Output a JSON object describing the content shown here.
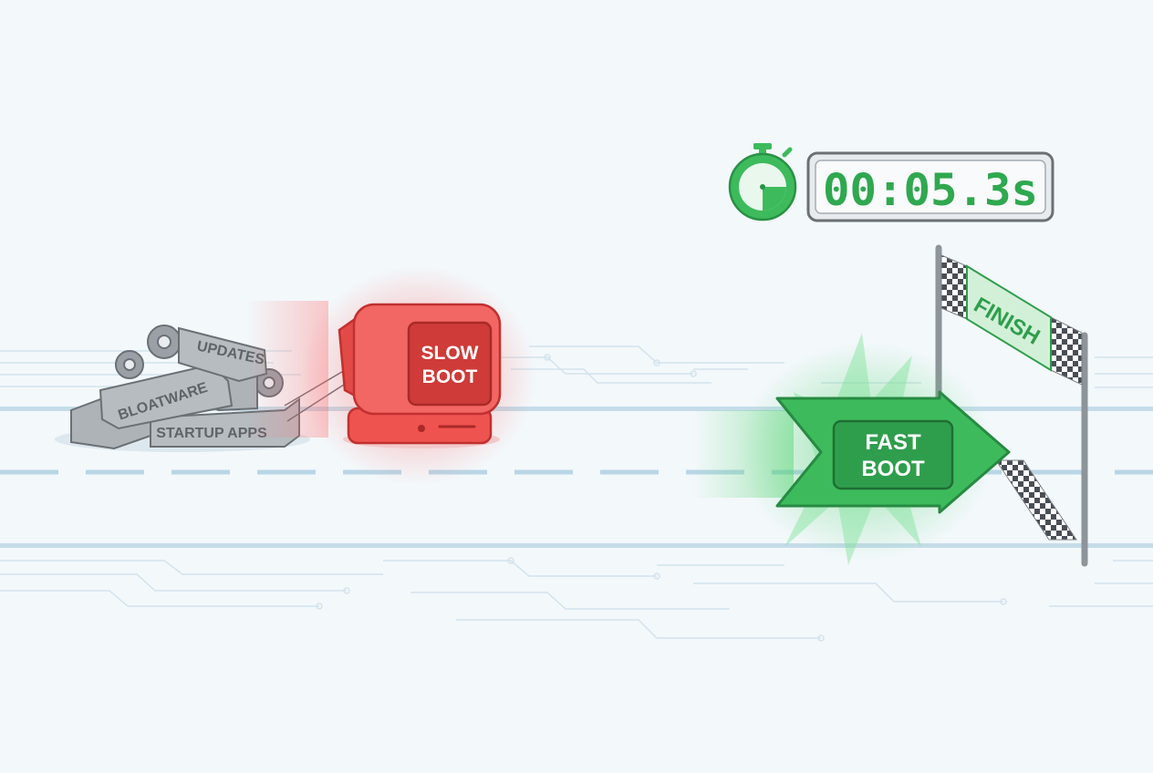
{
  "timer": {
    "display": "00:05.3s"
  },
  "slow_computer": {
    "label_line1": "SLOW",
    "label_line2": "BOOT"
  },
  "fast_arrow": {
    "label_line1": "FAST",
    "label_line2": "BOOT"
  },
  "finish_banner": {
    "label": "FINISH"
  },
  "baggage_blocks": {
    "updates": "UPDATES",
    "bloatware": "BLOATWARE",
    "startup_apps": "STARTUP APPS"
  },
  "colors": {
    "slow": "#ef5350",
    "fast": "#3dbb5c",
    "timer_digits": "#2fa84f",
    "track": "#b9d6e6"
  },
  "icons": [
    "stopwatch-icon",
    "gear-icon",
    "checkered-flag-icon"
  ]
}
